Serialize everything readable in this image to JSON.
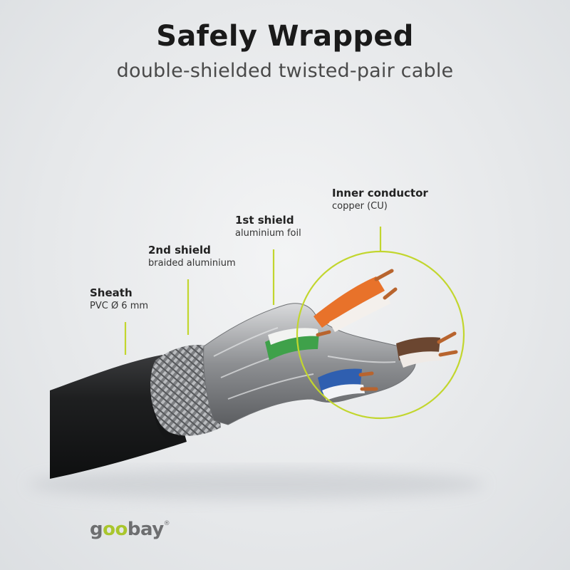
{
  "header": {
    "title": "Safely Wrapped",
    "subtitle": "double-shielded twisted-pair cable"
  },
  "callouts": [
    {
      "id": "sheath",
      "name": "Sheath",
      "desc": "PVC Ø 6 mm"
    },
    {
      "id": "second_shield",
      "name": "2nd shield",
      "desc": "braided aluminium"
    },
    {
      "id": "first_shield",
      "name": "1st shield",
      "desc": "aluminium foil"
    },
    {
      "id": "inner_conductor",
      "name": "Inner conductor",
      "desc": "copper (CU)"
    }
  ],
  "colors": {
    "accent": "#c2d62e",
    "sheath": "#1b1c1d",
    "shield": "#9a9c9e",
    "pair_orange": "#e8722a",
    "pair_green": "#3fa14a",
    "pair_brown": "#6b4630",
    "pair_blue": "#2f5fb0",
    "copper": "#b8642e"
  },
  "brand": {
    "logo_start": "g",
    "logo_mid": "oo",
    "logo_end": "bay",
    "registered": "®"
  }
}
